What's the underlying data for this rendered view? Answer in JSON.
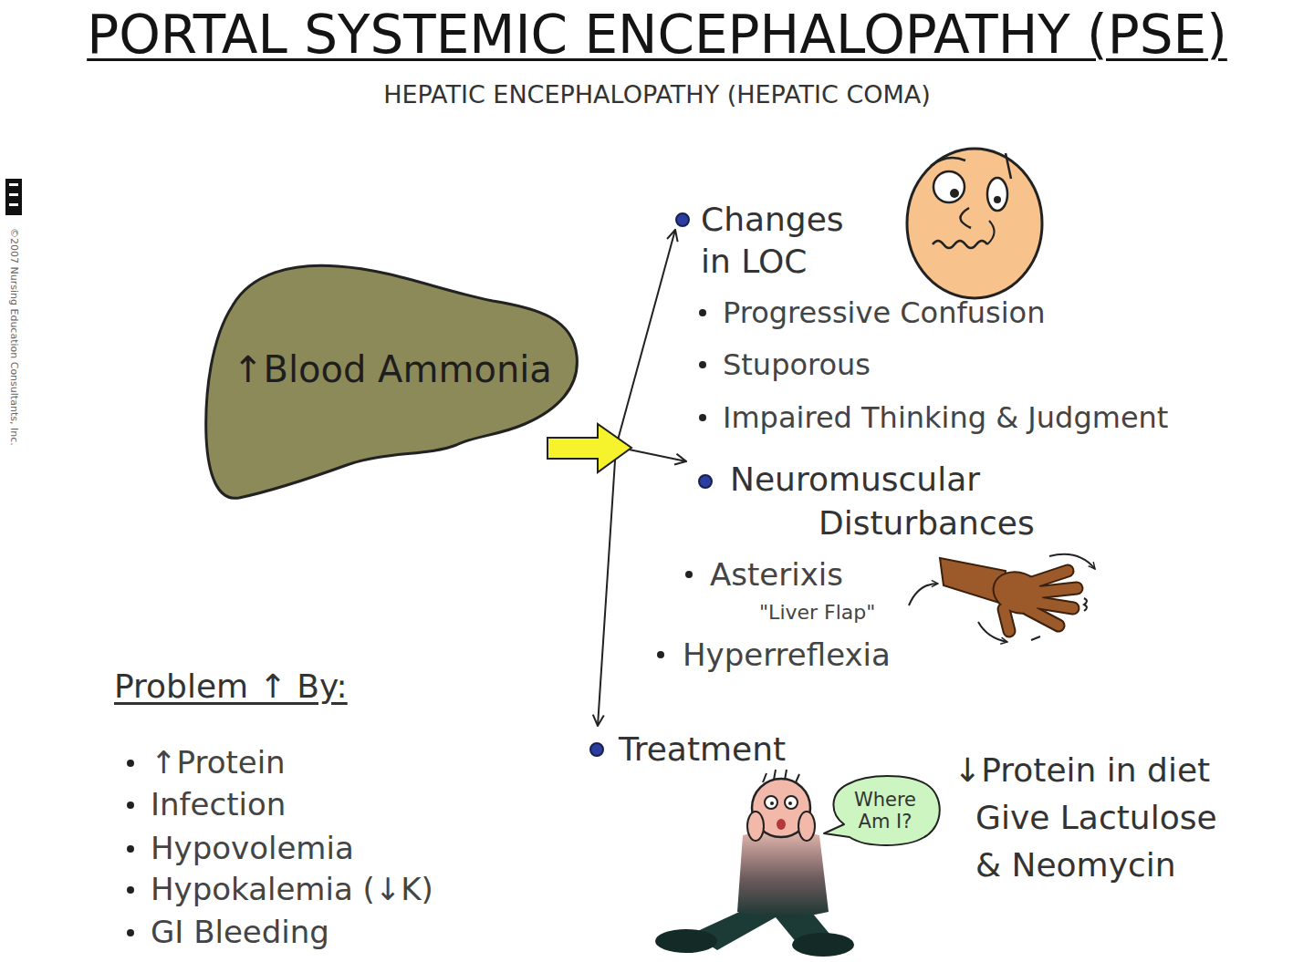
{
  "diagram": {
    "title": "PORTAL SYSTEMIC ENCEPHALOPATHY (PSE)",
    "nodes": [
      {
        "text": [
          "↑Blood Ammonia"
        ]
      },
      {
        "text": [
          "Changes in LOC",
          "Progressive Confusion",
          "Stuporous",
          "Impaired Thinking & Judgment"
        ]
      },
      {
        "text": [
          "Neuromuscular Disturbances",
          "Asterixis",
          "\"Liver Flap\"",
          "Hyperreflexia"
        ]
      },
      {
        "text": [
          "Treatment",
          "↓Protein in diet Give Lactulose & Neomycin"
        ]
      },
      {
        "text": [
          "Where Am I?"
        ]
      }
    ],
    "edges": [
      {
        "from": 0,
        "to": 1,
        "arrow": "to"
      },
      {
        "from": 0,
        "to": 2,
        "arrow": "to"
      },
      {
        "from": 0,
        "to": 3,
        "arrow": "to"
      }
    ],
    "labels": [
      "HEPATIC ENCEPHALOPATHY (HEPATIC COMA)",
      "Problem ↑ By:",
      "↑Protein",
      "Infection",
      "Hypovolemia",
      "Hypokalemia (↓K)",
      "GI Bleeding",
      "©2007 Nursing Education Consultants, Inc."
    ]
  }
}
